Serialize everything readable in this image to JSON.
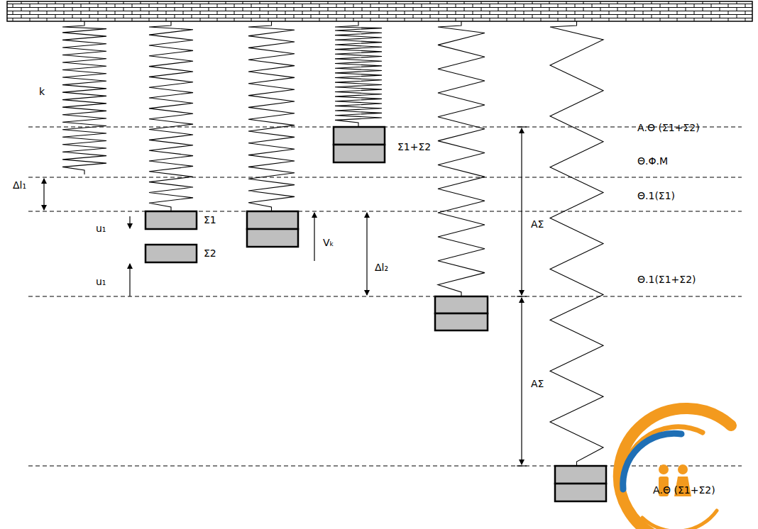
{
  "diagram": {
    "labels": [
      "Α.Θ (Σ1+Σ2)",
      "k",
      "Θ.Φ.Μ",
      "Σ1+Σ2",
      "Δl₁",
      "Θ.1(Σ1)",
      "u₁",
      "Σ1",
      "Σ2",
      "u₁",
      "Vₖ",
      "Δl₂",
      "AΣ",
      "Θ.1(Σ1+Σ2)",
      "AΣ",
      "Α.Θ (Σ1+Σ2)"
    ]
  }
}
